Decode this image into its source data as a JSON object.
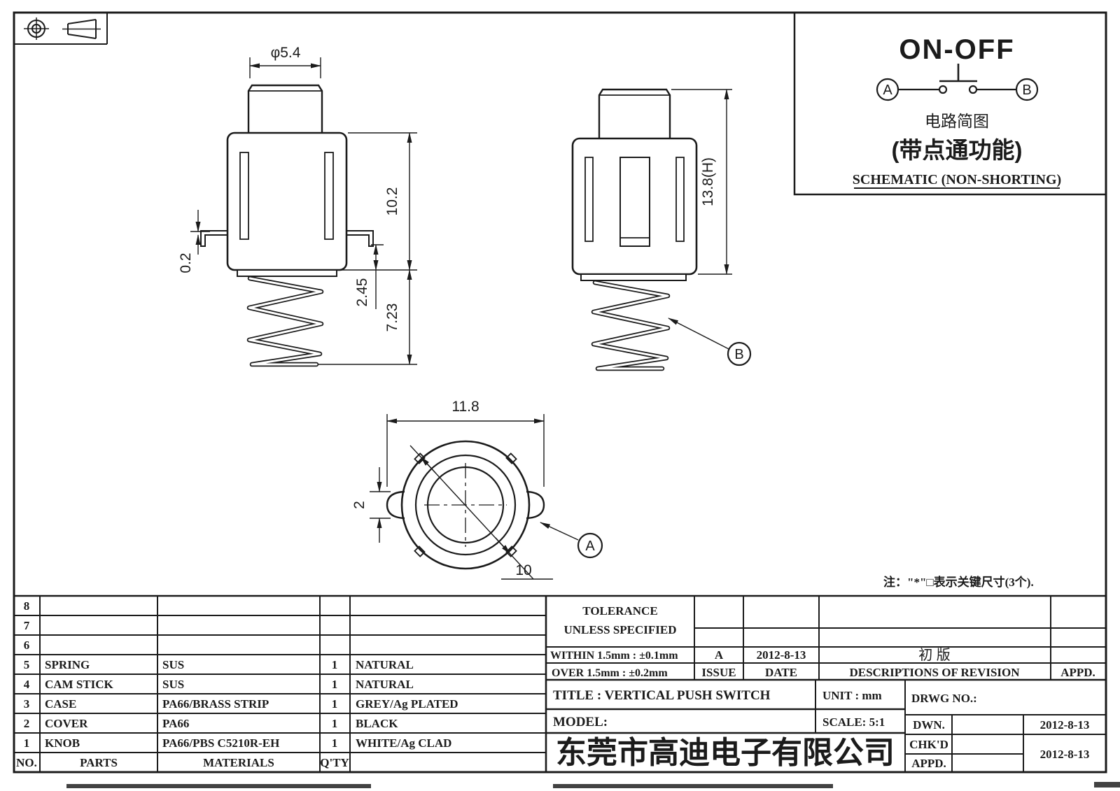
{
  "schematic": {
    "title": "ON-OFF",
    "terminal_a": "A",
    "terminal_b": "B",
    "caption_cn": "电路简图",
    "subtitle_cn": "(带点通功能)",
    "caption_en": "SCHEMATIC (NON-SHORTING)"
  },
  "dims": {
    "front": {
      "knob_dia": "φ5.4",
      "body_height": "10.2",
      "pin_thickness": "0.2",
      "pin_gap": "2.45",
      "spring_height": "7.23"
    },
    "side": {
      "total_height": "13.8(H)",
      "callout_b": "B"
    },
    "top": {
      "overall_width": "11.8",
      "lug_width": "2",
      "outer_dia": "10",
      "callout_a": "A"
    }
  },
  "note": "注：\"*\"□表示关键尺寸(3个).",
  "parts_table": {
    "rows": [
      {
        "no": "8",
        "part": "",
        "material": "",
        "qty": "",
        "finish": ""
      },
      {
        "no": "7",
        "part": "",
        "material": "",
        "qty": "",
        "finish": ""
      },
      {
        "no": "6",
        "part": "",
        "material": "",
        "qty": "",
        "finish": ""
      },
      {
        "no": "5",
        "part": "SPRING",
        "material": "SUS",
        "qty": "1",
        "finish": "NATURAL"
      },
      {
        "no": "4",
        "part": "CAM STICK",
        "material": "SUS",
        "qty": "1",
        "finish": "NATURAL"
      },
      {
        "no": "3",
        "part": "CASE",
        "material": "PA66/BRASS STRIP",
        "qty": "1",
        "finish": "GREY/Ag PLATED"
      },
      {
        "no": "2",
        "part": "COVER",
        "material": "PA66",
        "qty": "1",
        "finish": "BLACK"
      },
      {
        "no": "1",
        "part": "KNOB",
        "material": "PA66/PBS C5210R-EH",
        "qty": "1",
        "finish": "WHITE/Ag CLAD"
      }
    ],
    "footer": {
      "no": "NO.",
      "parts": "PARTS",
      "materials": "MATERIALS",
      "qty": "Q'TY"
    }
  },
  "title_block": {
    "tolerance_line1": "TOLERANCE",
    "tolerance_line2": "UNLESS  SPECIFIED",
    "within": "WITHIN 1.5mm : ±0.1mm",
    "over": "OVER 1.5mm : ±0.2mm",
    "issue_value": "A",
    "date_value": "2012-8-13",
    "revision_value": "初  版",
    "issue_label": "ISSUE",
    "date_label": "DATE",
    "revision_label": "DESCRIPTIONS  OF  REVISION",
    "appd_label": "APPD.",
    "title": "TITLE :   VERTICAL  PUSH  SWITCH",
    "unit": "UNIT :   mm",
    "drwg_no": "DRWG  NO.:",
    "model": "MODEL:",
    "scale": "SCALE:   5:1",
    "dwn_label": "DWN.",
    "chkd_label": "CHK'D",
    "appd_sign_label": "APPD.",
    "dwn_date": "2012-8-13",
    "chkd_date": "2012-8-13",
    "company": "东莞市高迪电子有限公司",
    "company_color": "#d3281e"
  }
}
